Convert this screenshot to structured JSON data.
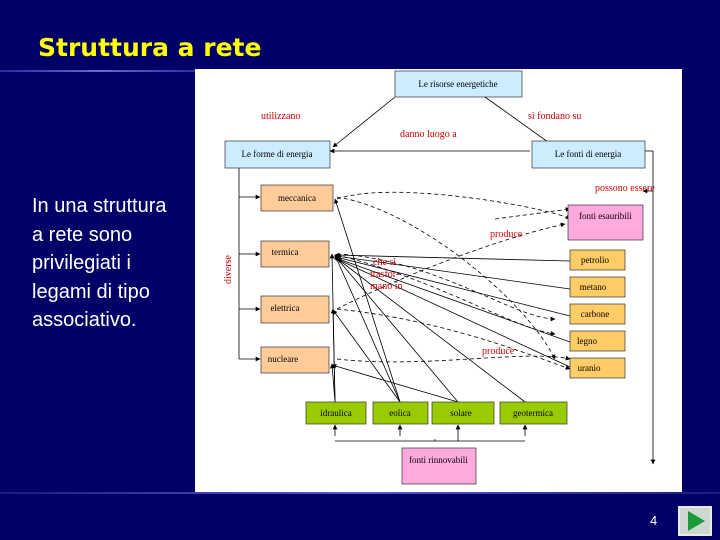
{
  "slide": {
    "title": "Struttura a rete",
    "body": "In una struttura a rete sono privilegiati i legami di tipo associativo.",
    "page_number": "4"
  },
  "diagram": {
    "top_node": "Le risorse energetiche",
    "sources_node": "Le forme di energia",
    "fonti_node": "Le fonti di energia",
    "forms": [
      "meccanica",
      "termica",
      "elettrica",
      "nucleare"
    ],
    "exhaustible": "fonti esauribili",
    "exhaustible_items": [
      "petrolio",
      "metano",
      "carbone",
      "legno",
      "uranio"
    ],
    "renewable_items": [
      "idraulica",
      "eolica",
      "solare",
      "geotermica"
    ],
    "renewable": "fonti rinnovabili",
    "link_labels": {
      "utilizzano": "utilizzano",
      "si_fondano_su": "si fondano su",
      "danno_luogo_a": "danno luogo a",
      "possono_essere": "possono essere",
      "produce_1": "produce",
      "produce_2": "produce",
      "che_si_trasformano_in": "che si trasfor-mano in",
      "che_si_line1": "che si",
      "che_si_line2": "trasfor-",
      "che_si_line3": "mano in",
      "diverse": "diverse"
    }
  }
}
